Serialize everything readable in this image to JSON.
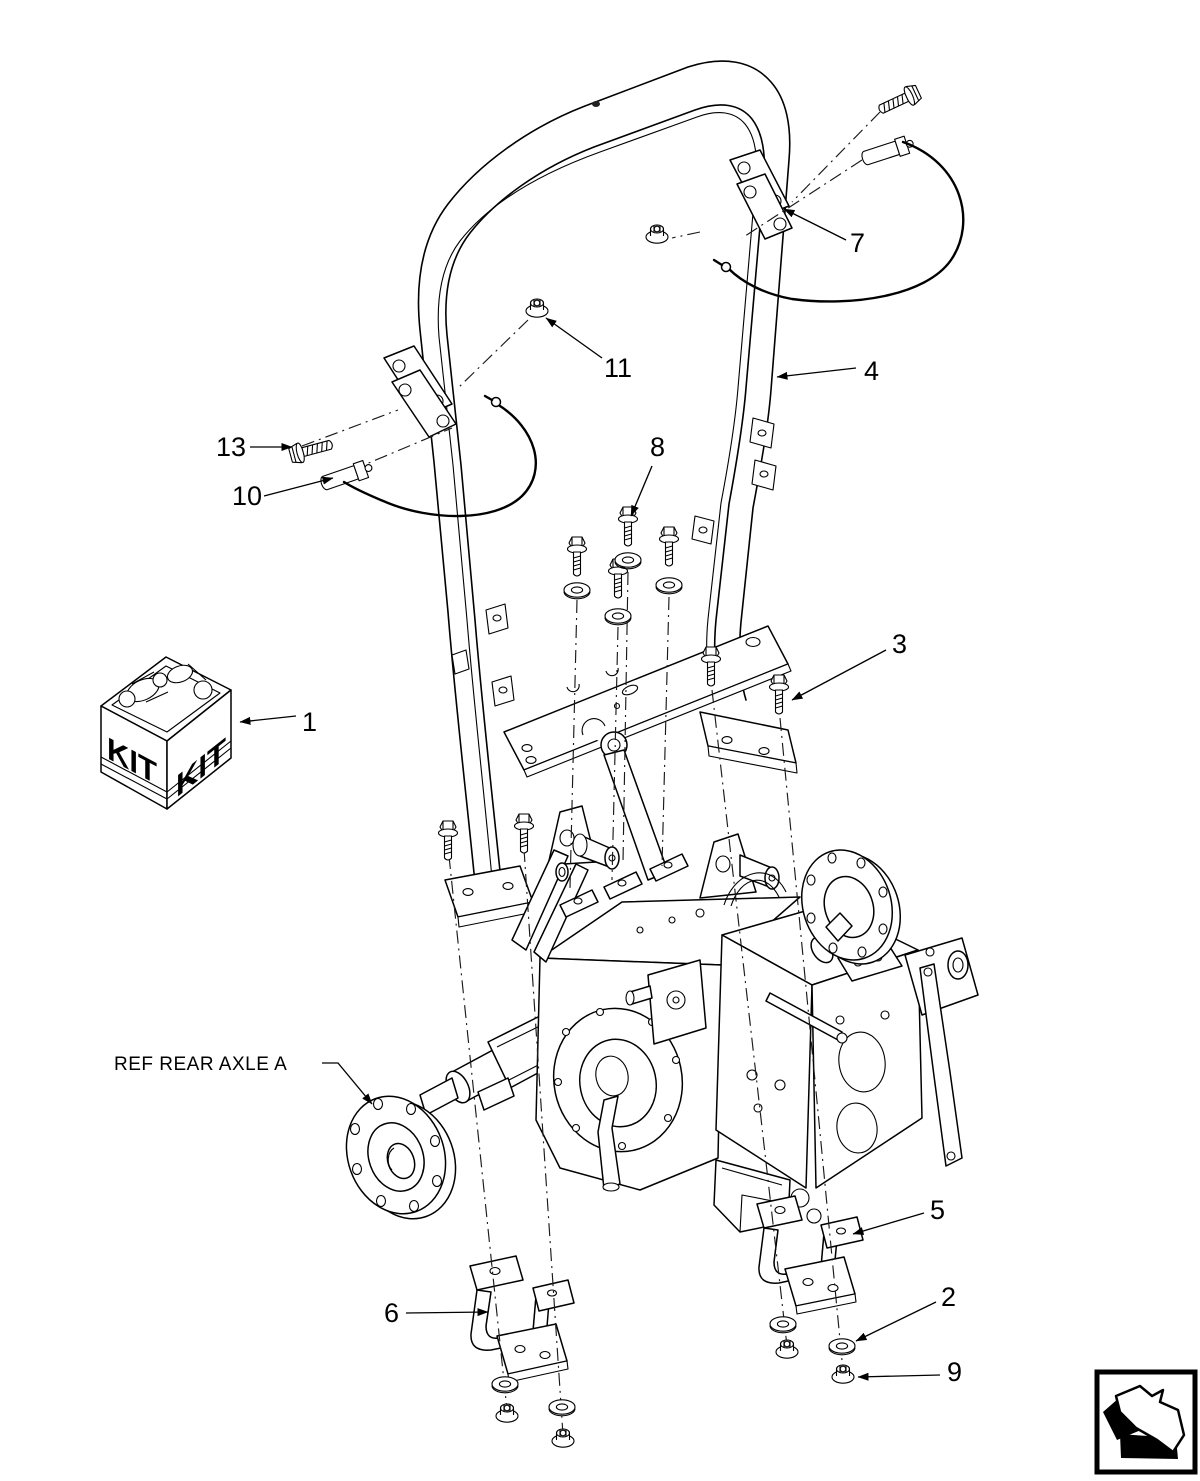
{
  "page": {
    "background_color": "#ffffff",
    "ink_color": "#000000"
  },
  "diagram": {
    "type": "exploded-parts-diagram",
    "description": "ROPS roll-bar frame, mounting brackets and hardware exploded above a rear transaxle",
    "kit_box": {
      "face_label_left": "KIT",
      "face_label_right": "KIT"
    },
    "reference_label": "REF REAR AXLE A",
    "callouts": [
      "1",
      "2",
      "3",
      "4",
      "5",
      "6",
      "7",
      "8",
      "9",
      "10",
      "11",
      "13"
    ],
    "nav_icon": "page-continue-arrow"
  }
}
